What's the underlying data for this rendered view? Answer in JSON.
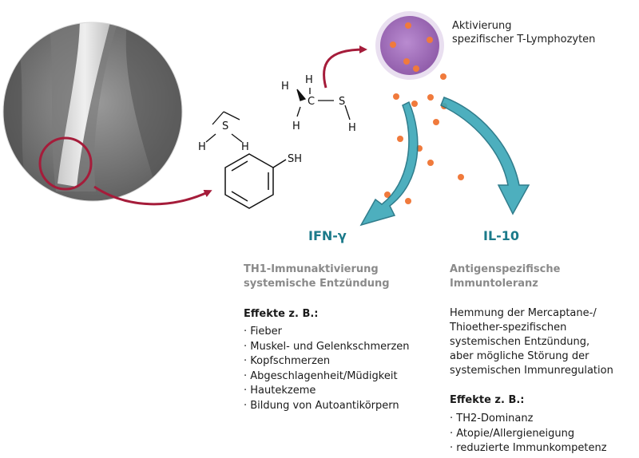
{
  "colors": {
    "accent_red": "#a51c3a",
    "teal": "#1b7a8a",
    "cell_purple": "#a06fb8",
    "dot_orange": "#f07a3c"
  },
  "molecules": {
    "h2s": {
      "s": "S",
      "h1": "H",
      "h2": "H"
    },
    "thiophenol": {
      "sh": "SH"
    },
    "methanethiol": {
      "h_top": "H",
      "h_left": "H",
      "h_bottom": "H",
      "c": "C",
      "s": "S",
      "h_s": "H"
    }
  },
  "cell_label": {
    "line1": "Aktivierung",
    "line2": "spezifischer T-Lymphozyten"
  },
  "left": {
    "cytokine": "IFN-γ",
    "heading_line1": "TH1-Immunaktivierung",
    "heading_line2": "systemische Entzündung",
    "effects_title": "Effekte z. B.:",
    "effects": [
      "Fieber",
      "Muskel- und Gelenkschmerzen",
      "Kopfschmerzen",
      "Abgeschlagenheit/Müdigkeit",
      "Hautekzeme",
      "Bildung von Autoantikörpern"
    ]
  },
  "right": {
    "cytokine": "IL-10",
    "heading_line1": "Antigenspezifische",
    "heading_line2": "Immuntoleranz",
    "description": [
      "Hemmung der Mercaptane-/",
      "Thioether-spezifischen",
      "systemischen Entzündung,",
      "aber mögliche Störung der",
      "systemischen Immunregulation"
    ],
    "effects_title": "Effekte z. B.:",
    "effects": [
      "TH2-Dominanz",
      "Atopie/Allergieneigung",
      "reduzierte Immunkompetenz"
    ]
  }
}
